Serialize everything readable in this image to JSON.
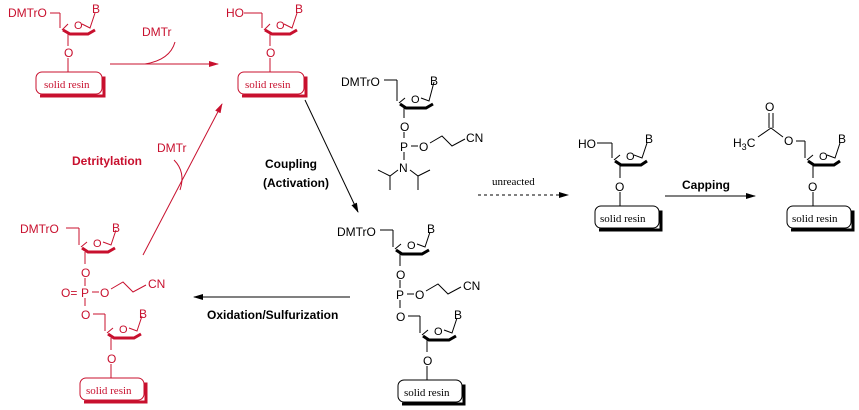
{
  "colors": {
    "red": "#c8102e",
    "black": "#000000"
  },
  "labels": {
    "dmtro": "DMTrO",
    "ho": "HO",
    "base": "B",
    "ring_o": "O",
    "o": "O",
    "p": "P",
    "n": "N",
    "cn": "CN",
    "o_eq": "O=",
    "h3c": "H3C",
    "resin": "solid resin",
    "dmtr": "DMTr"
  },
  "steps": {
    "coupling_line1": "Coupling",
    "coupling_line2": "(Activation)",
    "unreacted": "unreacted",
    "capping": "Capping",
    "oxidation": "Oxidation/Sulfurization",
    "detritylation": "Detritylation"
  }
}
